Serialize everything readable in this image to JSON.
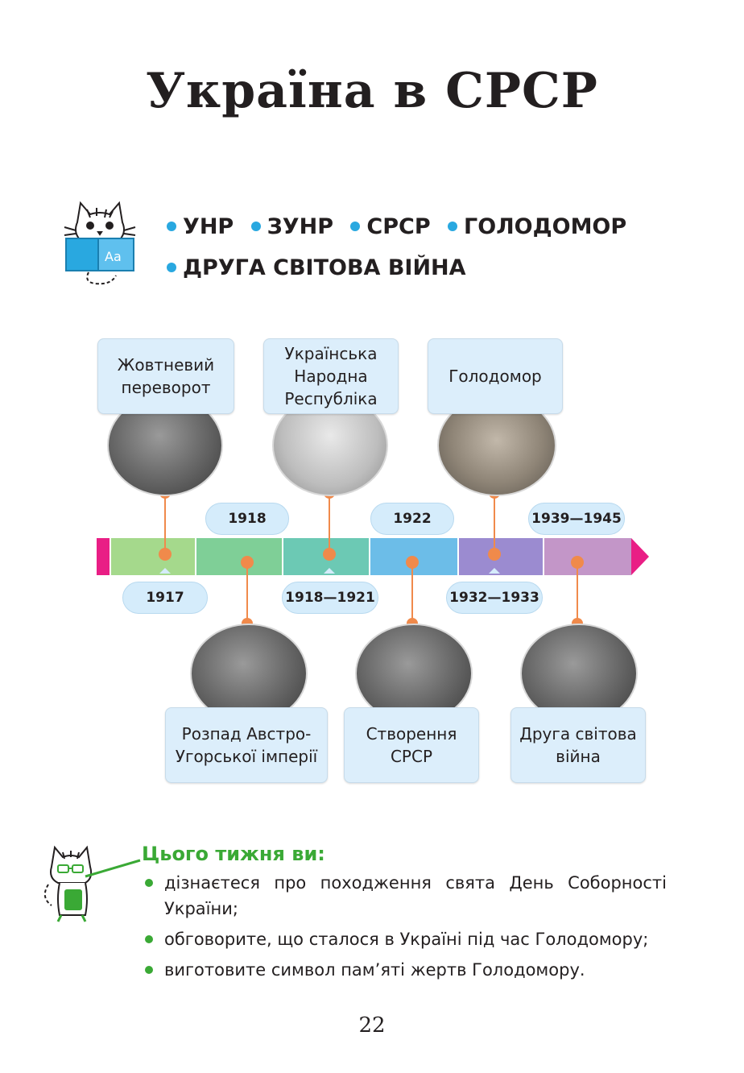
{
  "page_title": "Україна в СРСР",
  "keywords": {
    "line1": [
      "УНР",
      "ЗУНР",
      "СРСР",
      "ГОЛОДОМОР"
    ],
    "line2": [
      "ДРУГА СВІТОВА ВІЙНА"
    ]
  },
  "timeline": {
    "top_events": [
      {
        "label": "Жовтневий переворот",
        "year": "1917"
      },
      {
        "label": "Українська Народна Республіка",
        "year": "1918—1921"
      },
      {
        "label": "Голодомор",
        "year": "1932—1933"
      }
    ],
    "bottom_events": [
      {
        "label": "Розпад Австро-Угорської імперії",
        "year": "1918"
      },
      {
        "label": "Створення СРСР",
        "year": "1922"
      },
      {
        "label": "Друга світова війна",
        "year": "1939—1945"
      }
    ],
    "colors": {
      "bar_start": "#e91e85",
      "segments": [
        "#a5d98c",
        "#7fcf97",
        "#6cc9b4",
        "#6cbde8",
        "#9b8bd0",
        "#c396c8"
      ],
      "connector": "#f08a4b",
      "label_fill": "#dceefb",
      "year_fill": "#d5ecfb"
    }
  },
  "weekly": {
    "heading": "Цього тижня ви:",
    "items": [
      "дізнаєтеся про походження свята День Соборності України;",
      "обговорите, що сталося в Україні під час Голодомору;",
      "виготовите символ пам’яті жертв Голодомору."
    ]
  },
  "page_number": "22",
  "icons": {
    "reading_cat": "cat-reading-book-icon",
    "teacher_cat": "cat-with-pointer-icon"
  },
  "colors": {
    "keyword_bullet": "#29a8e0",
    "weekly_accent": "#3aa935"
  }
}
